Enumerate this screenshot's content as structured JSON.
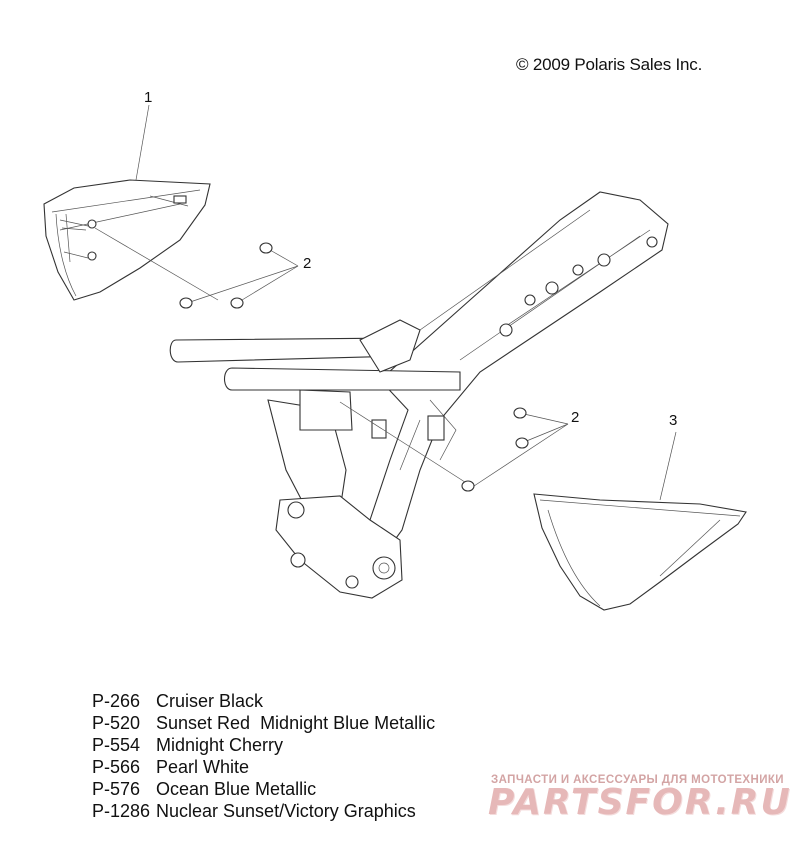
{
  "copyright": "© 2009 Polaris Sales Inc.",
  "callouts": {
    "c1": "1",
    "c2a": "2",
    "c2b": "2",
    "c3": "3"
  },
  "parts": [
    {
      "code": "P-266",
      "name": "Cruiser Black"
    },
    {
      "code": "P-520",
      "name": "Sunset Red  Midnight Blue Metallic"
    },
    {
      "code": "P-554",
      "name": "Midnight Cherry"
    },
    {
      "code": "P-566",
      "name": "Pearl White"
    },
    {
      "code": "P-576",
      "name": "Ocean Blue Metallic"
    },
    {
      "code": "P-1286",
      "name": "Nuclear Sunset/Victory Graphics"
    }
  ],
  "watermark": {
    "tagline": "ЗАПЧАСТИ И АКСЕССУАРЫ ДЛЯ МОТОТЕХНИКИ",
    "logo": "PARTSFOR.RU"
  }
}
